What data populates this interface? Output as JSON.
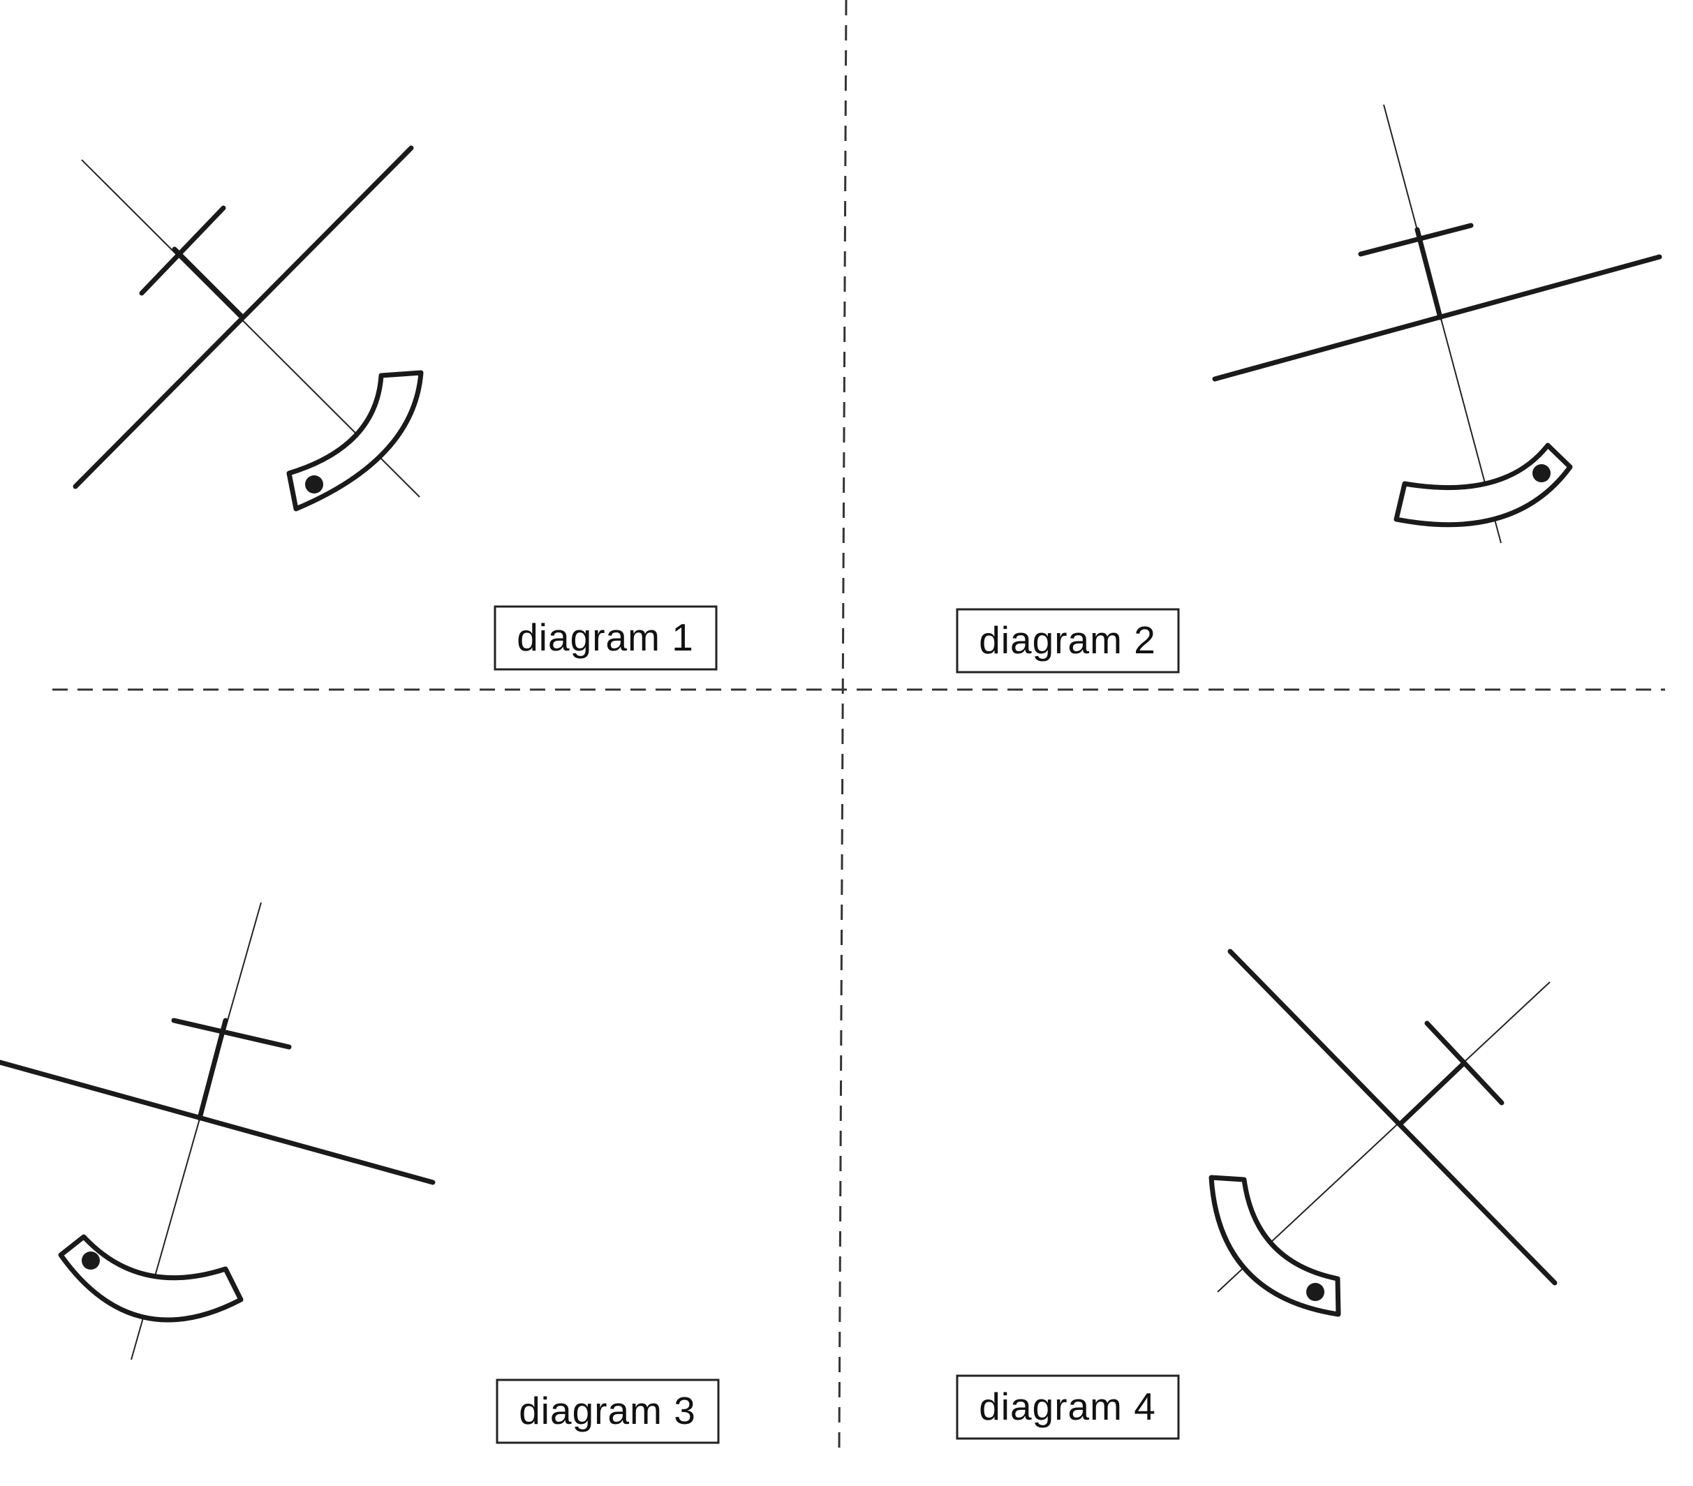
{
  "colors": {
    "ink": "#1a1a1a",
    "background": "#ffffff",
    "divider": "#333333"
  },
  "diagrams": [
    {
      "label": "diagram 1"
    },
    {
      "label": "diagram 2"
    },
    {
      "label": "diagram 3"
    },
    {
      "label": "diagram 4"
    }
  ]
}
